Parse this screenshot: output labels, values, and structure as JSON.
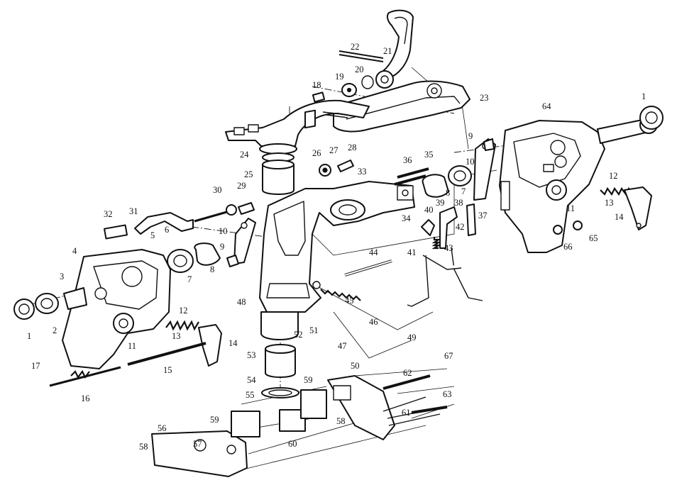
{
  "labels": [
    "1",
    "2",
    "3",
    "4",
    "5",
    "6",
    "7",
    "8",
    "9",
    "10",
    "11",
    "12",
    "13",
    "14",
    "15",
    "16",
    "17",
    "18",
    "19",
    "20",
    "21",
    "22",
    "23",
    "24",
    "25",
    "26",
    "27",
    "28",
    "29",
    "30",
    "31",
    "32",
    "33",
    "34",
    "35",
    "36",
    "37",
    "38",
    "39",
    "40",
    "41",
    "42",
    "43",
    "44",
    "45",
    "46",
    "47",
    "48",
    "49",
    "50",
    "51",
    "52",
    "53",
    "54",
    "55",
    "56",
    "57",
    "58",
    "59",
    "60",
    "61",
    "62",
    "63",
    "64",
    "65",
    "66",
    "67"
  ]
}
